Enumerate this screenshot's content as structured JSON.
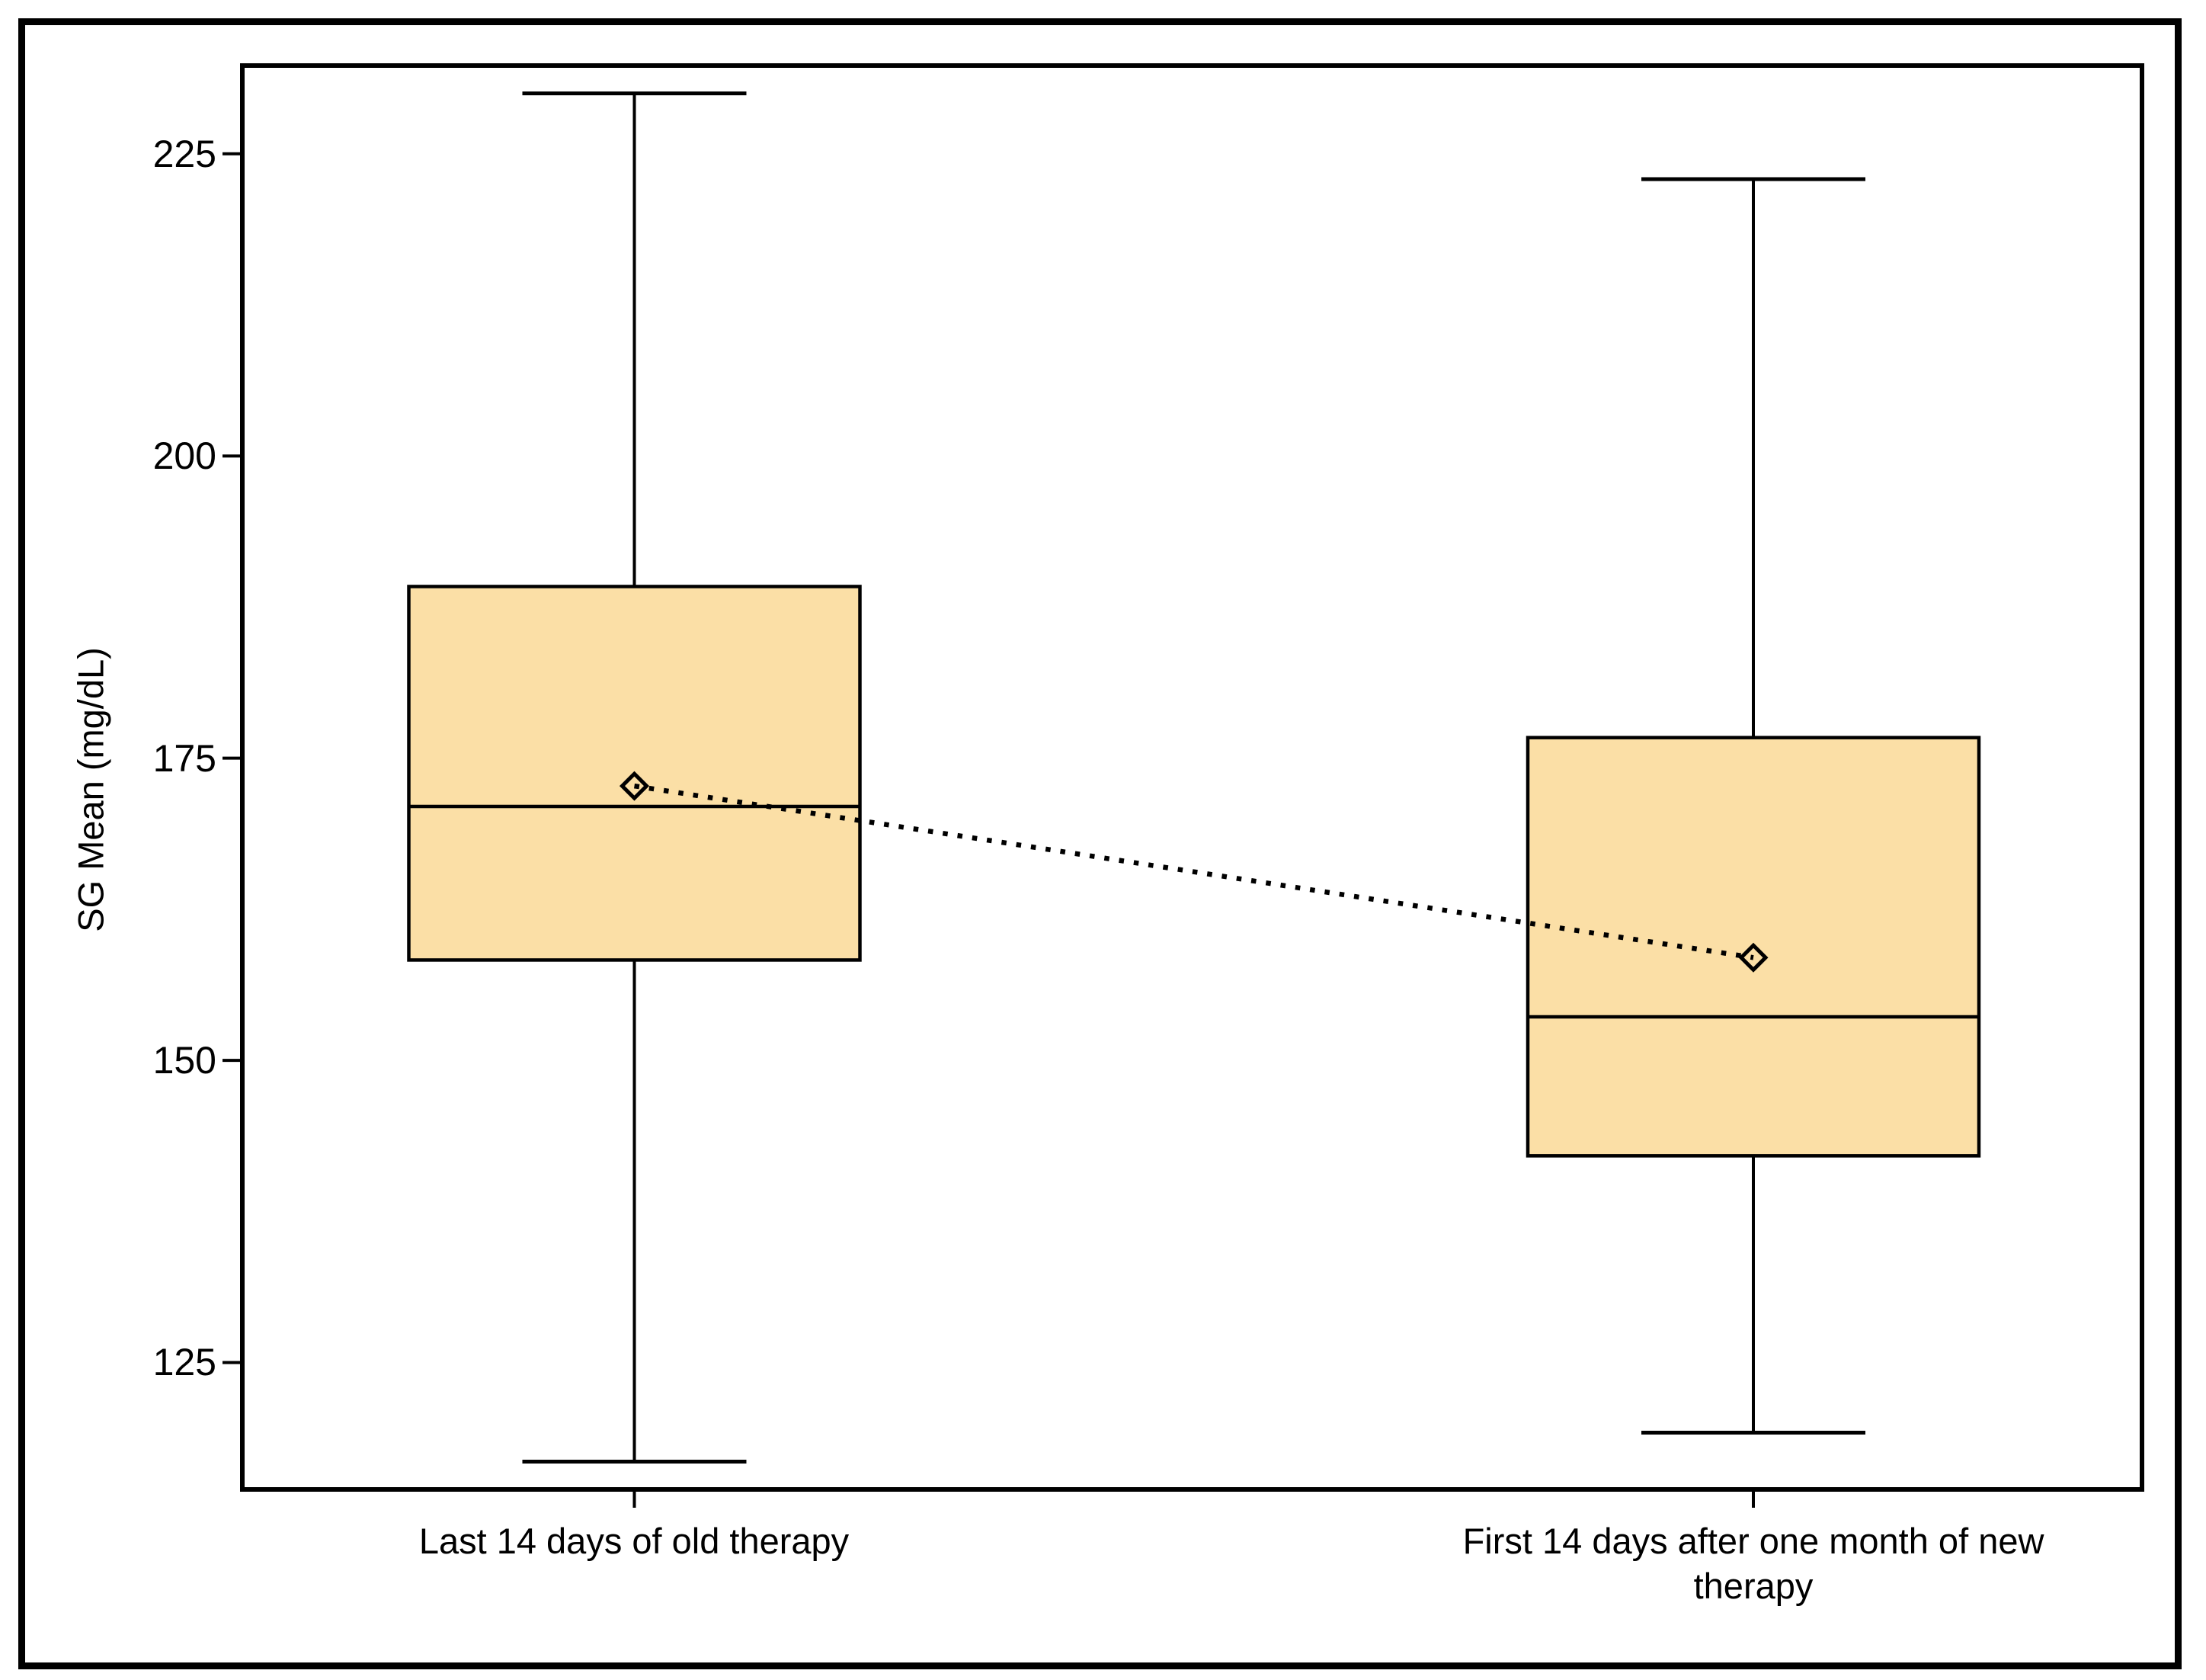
{
  "chart_data": {
    "type": "boxplot",
    "title": "",
    "ylabel": "SG Mean (mg/dL)",
    "xlabel": "",
    "ylim": [
      114.5,
      232.3
    ],
    "yticks": [
      125,
      150,
      175,
      200,
      225
    ],
    "grid": false,
    "legend": false,
    "marker": "diamond-mean",
    "mean_connector": "dotted",
    "categories": [
      "Last 14 days of old therapy",
      "First 14 days after one month of new therapy"
    ],
    "series": [
      {
        "category": "Last 14 days of old therapy",
        "whisker_low": 116.8,
        "q1": 158.3,
        "median": 171.0,
        "mean": 172.7,
        "q3": 189.2,
        "whisker_high": 230.0
      },
      {
        "category": "First 14 days after one month of new therapy",
        "whisker_low": 119.2,
        "q1": 142.1,
        "median": 153.6,
        "mean": 158.5,
        "q3": 176.7,
        "whisker_high": 222.9
      }
    ],
    "colors": {
      "box_fill": "#FBDFA6",
      "line": "#000000",
      "background": "#FFFFFF"
    }
  }
}
